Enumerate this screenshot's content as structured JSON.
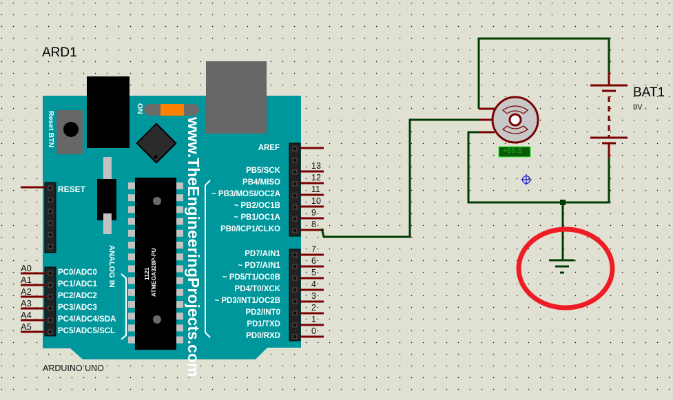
{
  "arduino": {
    "ref": "ARD1",
    "type": "ARDUINO UNO",
    "reset_button_label": "Reset BTN",
    "on_label": "ON",
    "website": "www.TheEngineeringProjects.com",
    "analog_in_label": "ANALOG IN",
    "chip": {
      "line1": "1121",
      "line2": "ATMEGA328P-PU"
    },
    "reset_pin_label": "RESET",
    "aref_label": "AREF",
    "analog_pins": [
      {
        "num": "A0",
        "label": "PC0/ADC0"
      },
      {
        "num": "A1",
        "label": "PC1/ADC1"
      },
      {
        "num": "A2",
        "label": "PC2/ADC2"
      },
      {
        "num": "A3",
        "label": "PC3/ADC3"
      },
      {
        "num": "A4",
        "label": "PC4/ADC4/SDA"
      },
      {
        "num": "A5",
        "label": "PC5/ADC5/SCL"
      }
    ],
    "digital_high_pins": [
      {
        "num": "13",
        "label": "PB5/SCK"
      },
      {
        "num": "12",
        "label": "PB4/MISO"
      },
      {
        "num": "11",
        "label": "~ PB3/MOSI/OC2A"
      },
      {
        "num": "10",
        "label": "~ PB2/OC1B"
      },
      {
        "num": "9",
        "label": "~ PB1/OC1A"
      },
      {
        "num": "8",
        "label": "PB0/ICP1/CLKO"
      }
    ],
    "digital_low_pins": [
      {
        "num": "7",
        "label": "PD7/AIN1"
      },
      {
        "num": "6",
        "label": "~ PD7/AIN1"
      },
      {
        "num": "5",
        "label": "~ PD5/T1/OC0B"
      },
      {
        "num": "4",
        "label": "PD4/T0/XCK"
      },
      {
        "num": "3",
        "label": "~ PD3/INT1/OC2B"
      },
      {
        "num": "2",
        "label": "PD2/INT0"
      },
      {
        "num": "1",
        "label": "PD1/TXD"
      },
      {
        "num": "0",
        "label": "PD0/RXD"
      }
    ]
  },
  "battery": {
    "ref": "BAT1",
    "value": "9V"
  },
  "motor": {
    "display": "+88.8"
  },
  "colors": {
    "board": "#00979c",
    "wire": "#003c00",
    "pin": "#7a0000",
    "highlight": "#ee1c25",
    "led": "#ff8000",
    "background": "#e0e0d3"
  }
}
